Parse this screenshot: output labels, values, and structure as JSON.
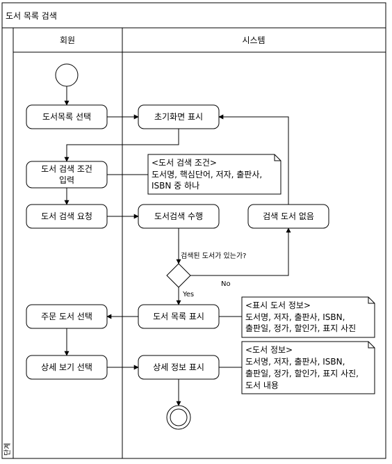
{
  "title": "도서 목록 검색",
  "side_label": "단계",
  "lanes": {
    "member": "회원",
    "system": "시스템"
  },
  "actions": {
    "select_list": "도서목록 선택",
    "initial_screen": "초기화면 표시",
    "input_line1": "도서 검색 조건",
    "input_line2": "입력",
    "search_request": "도서 검색 요청",
    "perform_search": "도서검색 수행",
    "no_result": "검색 도서 없음",
    "order_select": "주문 도서 선택",
    "show_list": "도서 목록 표시",
    "detail_select": "상세 보기 선택",
    "show_detail": "상세 정보 표시"
  },
  "decision": {
    "question": "검색된 도서가 있는가?",
    "yes": "Yes",
    "no": "No"
  },
  "notes": {
    "search_conditions": [
      "<도서 검색 조건>",
      "도서명, 핵심단어, 저자, 출판사,",
      "ISBN 중 하나"
    ],
    "display_info": [
      "<표시 도서 정보>",
      "도서명, 저자, 출판사, ISBN,",
      "출판일, 정가, 할인가, 표지 사진"
    ],
    "book_info": [
      "<도서 정보>",
      "도서명, 저자, 출판사, ISBN,",
      "출판일, 정가, 할인가, 표지 사진,",
      "도서 내용"
    ]
  }
}
